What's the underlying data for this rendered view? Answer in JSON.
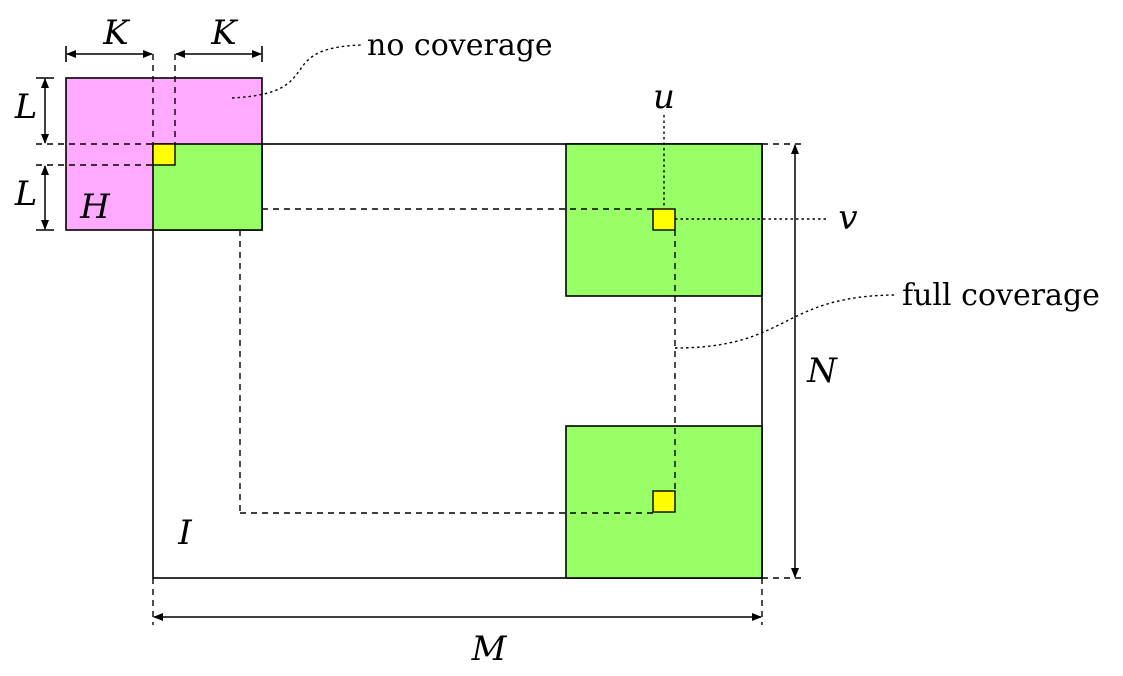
{
  "labels": {
    "k_left": "K",
    "k_right": "K",
    "l_top": "L",
    "l_bottom": "L",
    "kernel": "H",
    "image": "I",
    "width": "M",
    "height": "N",
    "u": "u",
    "v": "v",
    "no_coverage": "no coverage",
    "full_coverage": "full coverage"
  },
  "colors": {
    "no_coverage_fill": "#ffaaff",
    "full_coverage_fill": "#99ff66",
    "hot_pixel_fill": "#ffff00",
    "outline": "#000000"
  }
}
